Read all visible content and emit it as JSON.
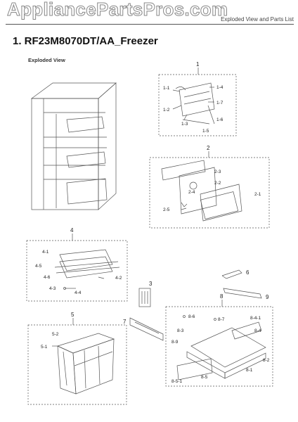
{
  "watermark": "AppliancePartsPros.com",
  "header_right": "Exploded View and Parts List",
  "title": "1.  RF23M8070DT/AA_Freezer",
  "subtitle": "Exploded View",
  "groups": {
    "g1": {
      "num": "1",
      "labels": [
        "1-1",
        "1-4",
        "1-2",
        "1-7",
        "1-3",
        "1-6",
        "1-5"
      ]
    },
    "g2": {
      "num": "2",
      "labels": [
        "2-3",
        "2-2",
        "2-4",
        "2-1",
        "2-5"
      ]
    },
    "g4": {
      "num": "4",
      "labels": [
        "4-1",
        "4-5",
        "4-2",
        "4-6",
        "4-3",
        "4-4"
      ]
    },
    "g5": {
      "num": "5",
      "labels": [
        "5-2",
        "5-1"
      ]
    },
    "g8": {
      "num": "8",
      "labels": [
        "8-6",
        "8-7",
        "8-4-1",
        "8-3",
        "8-4",
        "8-9",
        "8-2",
        "8-1",
        "8-5",
        "8-5-1"
      ]
    },
    "loose": {
      "n3": "3",
      "n6": "6",
      "n7": "7",
      "n9": "9"
    }
  }
}
